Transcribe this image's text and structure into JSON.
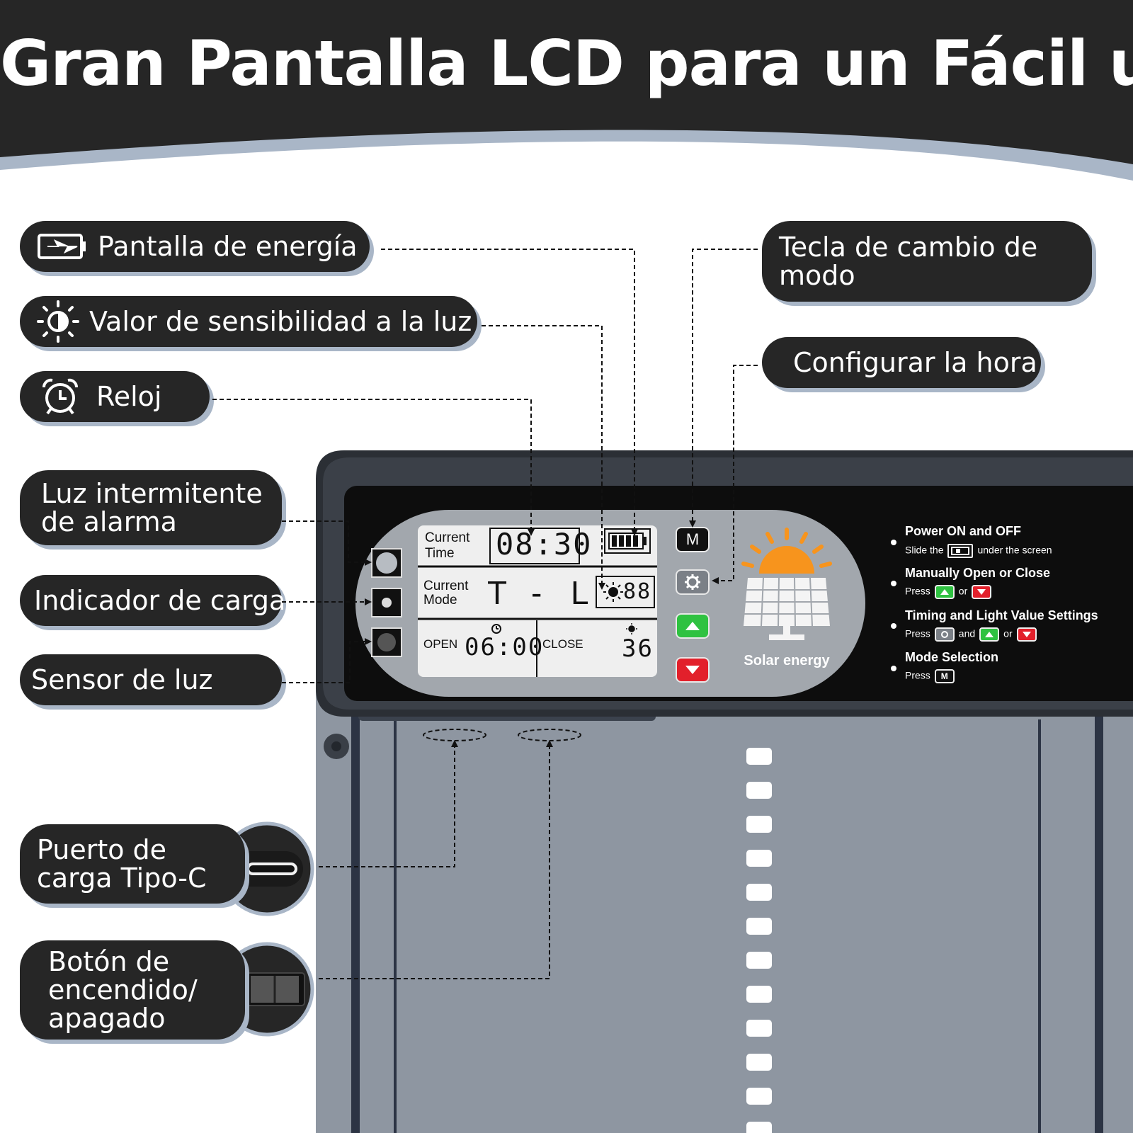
{
  "title": "Gran Pantalla LCD para un Fácil uso",
  "callouts": {
    "power_display": "Pantalla de energía",
    "light_sensitivity": "Valor de sensibilidad a la luz",
    "clock": "Reloj",
    "alarm_light_line1": "Luz intermitente",
    "alarm_light_line2": "de alarma",
    "charge_indicator": "Indicador de carga",
    "light_sensor": "Sensor de luz",
    "mode_key_line1": "Tecla de cambio de",
    "mode_key_line2": "modo",
    "set_time": "Configurar la hora",
    "usb_port_line1": "Puerto de",
    "usb_port_line2": "carga Tipo-C",
    "power_button_line1": "Botón de",
    "power_button_line2": "encendido/",
    "power_button_line3": "apagado"
  },
  "lcd": {
    "current_time_line1": "Current",
    "current_time_line2": "Time",
    "time_value": "08:30",
    "current_mode_line1": "Current",
    "current_mode_line2": "Mode",
    "mode_value_left": "T",
    "mode_value_dash": "-",
    "mode_value_right": "L",
    "light_value": "88",
    "open_label": "OPEN",
    "open_value": "06:00",
    "close_label": "CLOSE",
    "close_value": "36"
  },
  "buttons": {
    "mode_label": "M"
  },
  "solar_label": "Solar energy",
  "instructions": {
    "power": {
      "heading": "Power ON and OFF",
      "text_before": "Slide the",
      "text_after": "under the screen"
    },
    "manual": {
      "heading": "Manually Open or Close",
      "press": "Press",
      "or": "or"
    },
    "timing": {
      "heading": "Timing and Light Value Settings",
      "press": "Press",
      "and": "and",
      "or": "or"
    },
    "mode": {
      "heading": "Mode Selection",
      "press": "Press",
      "key": "M"
    }
  },
  "colors": {
    "header_bg": "#262626",
    "accent_wave": "#a9b6c7",
    "pill_bg": "#262626",
    "up_button": "#2fc241",
    "down_button": "#e2202b",
    "sun": "#f7941d",
    "device_body": "#8e96a1"
  },
  "icons": [
    "battery-icon",
    "brightness-icon",
    "alarm-clock-icon",
    "gear-icon",
    "triangle-up-icon",
    "triangle-down-icon",
    "sun-icon",
    "solar-panel-icon",
    "usb-c-port-icon",
    "slide-switch-icon"
  ]
}
